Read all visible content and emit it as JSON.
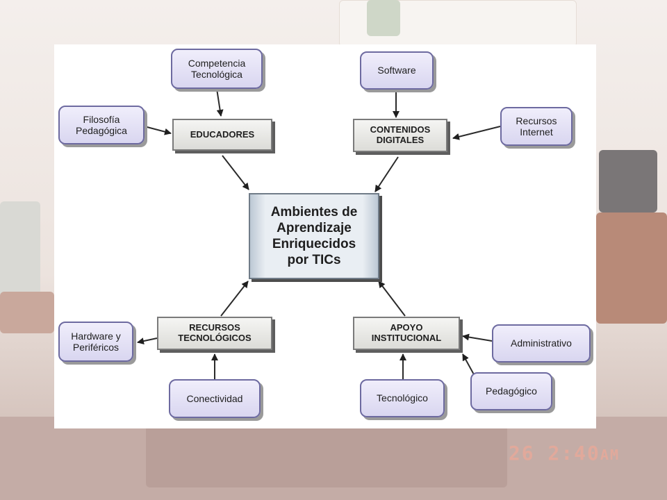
{
  "diagram": {
    "center": "Ambientes de\nAprendizaje\nEnriquecidos\npor TICs",
    "educadores": "EDUCADORES",
    "competencia": "Competencia\nTecnológica",
    "filosofia": "Filosofía\nPedagógica",
    "contenidos": "CONTENIDOS\nDIGITALES",
    "software": "Software",
    "recursos_internet": "Recursos\nInternet",
    "recursos_tec": "RECURSOS\nTECNOLÓGICOS",
    "hardware": "Hardware y\nPeriféricos",
    "conectividad": "Conectividad",
    "apoyo": "APOYO\nINSTITUCIONAL",
    "administrativo": "Administrativo",
    "tecnologico": "Tecnológico",
    "pedagogico": "Pedagógico"
  },
  "photo": {
    "timestamp": "26  2:40",
    "ampm": "AM"
  }
}
